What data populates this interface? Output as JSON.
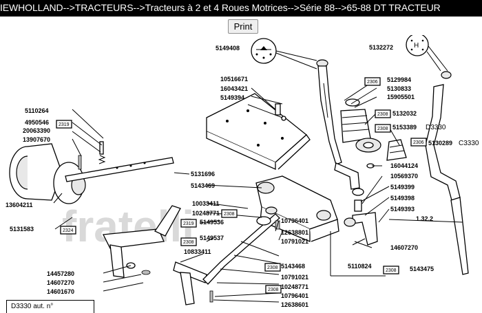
{
  "header": {
    "breadcrumb": "IEWHOLLAND-->TRACTEURS-->Tracteurs à 2 et 4 Roues Motrices-->Série 88-->65-88 DT TRACTEUR"
  },
  "toolbar": {
    "print_label": "Print"
  },
  "diagram": {
    "watermark": "fratelli",
    "caption": "D3330 aut. n°",
    "model_labels": [
      "D3330",
      "C3330"
    ],
    "part_numbers": [
      "5149408",
      "5132272",
      "10516671",
      "16043421",
      "5149394",
      "5129984",
      "5130833",
      "15905501",
      "5132032",
      "5153389",
      "5130289",
      "5110264",
      "4950546",
      "20063390",
      "13907670",
      "5131696",
      "5143469",
      "16044124",
      "10569370",
      "5149399",
      "13604211",
      "5131583",
      "10033411",
      "10248771",
      "5149536",
      "5149398",
      "5149393",
      "1.32.2",
      "5149537",
      "10796401",
      "12638801",
      "10791021",
      "10833411",
      "14607270",
      "14457280",
      "14607270",
      "5143468",
      "5110824",
      "5143475",
      "14601670",
      "10791021",
      "10248771",
      "10796401",
      "12638601"
    ],
    "ref_codes": [
      "2319",
      "2324",
      "2319",
      "2308",
      "2306",
      "2308",
      "2308",
      "2306",
      "2308",
      "2308",
      "2308",
      "2308"
    ]
  },
  "colors": {
    "topbar": "#000000",
    "topbar_text": "#ffffff",
    "button_bg": "#efefef"
  }
}
